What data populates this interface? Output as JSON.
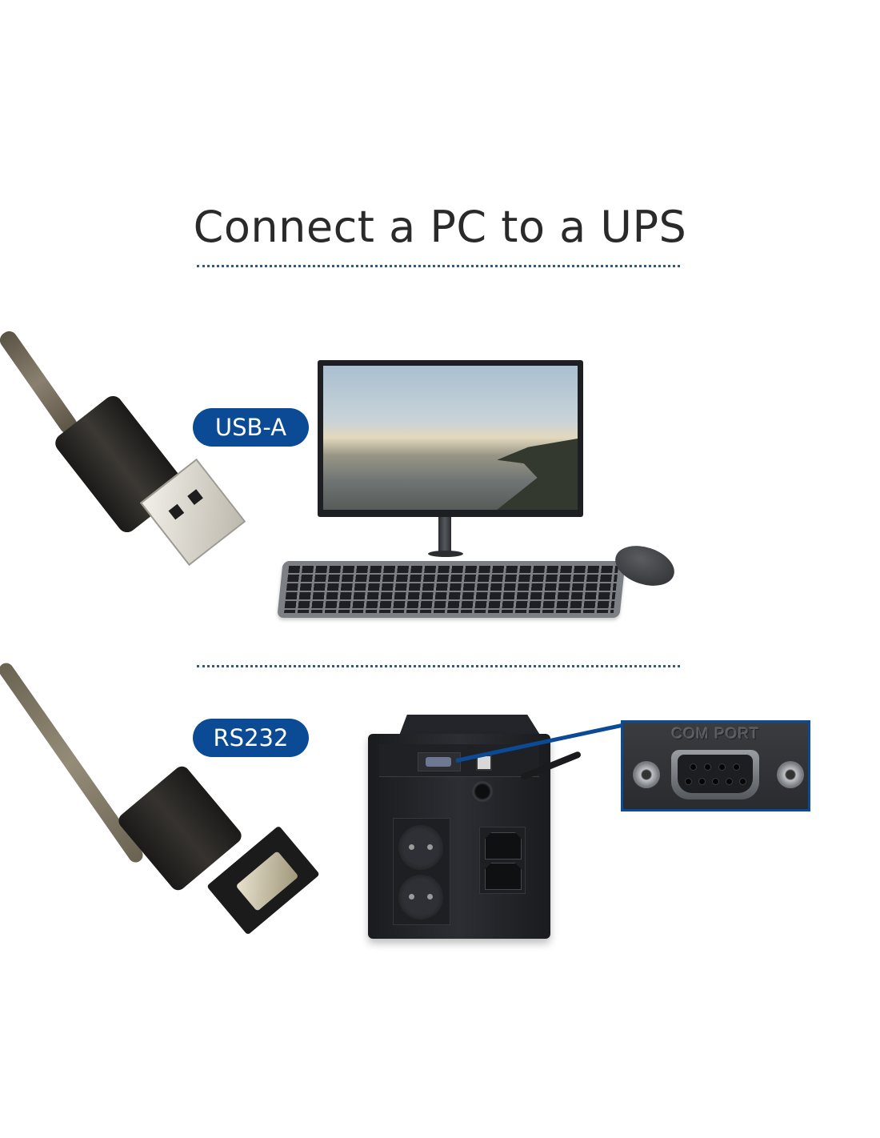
{
  "header": {
    "title": "Connect a PC to a UPS"
  },
  "colors": {
    "accent_blue": "#0b4a94",
    "title_text": "#2a2a2a",
    "divider_dots": "#2f5a8a",
    "background": "#ffffff"
  },
  "sections": [
    {
      "id": "usb",
      "badge_label": "USB-A",
      "connector_icon": "usb-a-plug",
      "device": "desktop-pc-with-monitor-keyboard-mouse"
    },
    {
      "id": "serial",
      "badge_label": "RS232",
      "connector_icon": "db9-serial-plug",
      "device": "ups-rear-panel",
      "callout": {
        "label": "COM PORT",
        "icon": "db9-female-port"
      }
    }
  ]
}
